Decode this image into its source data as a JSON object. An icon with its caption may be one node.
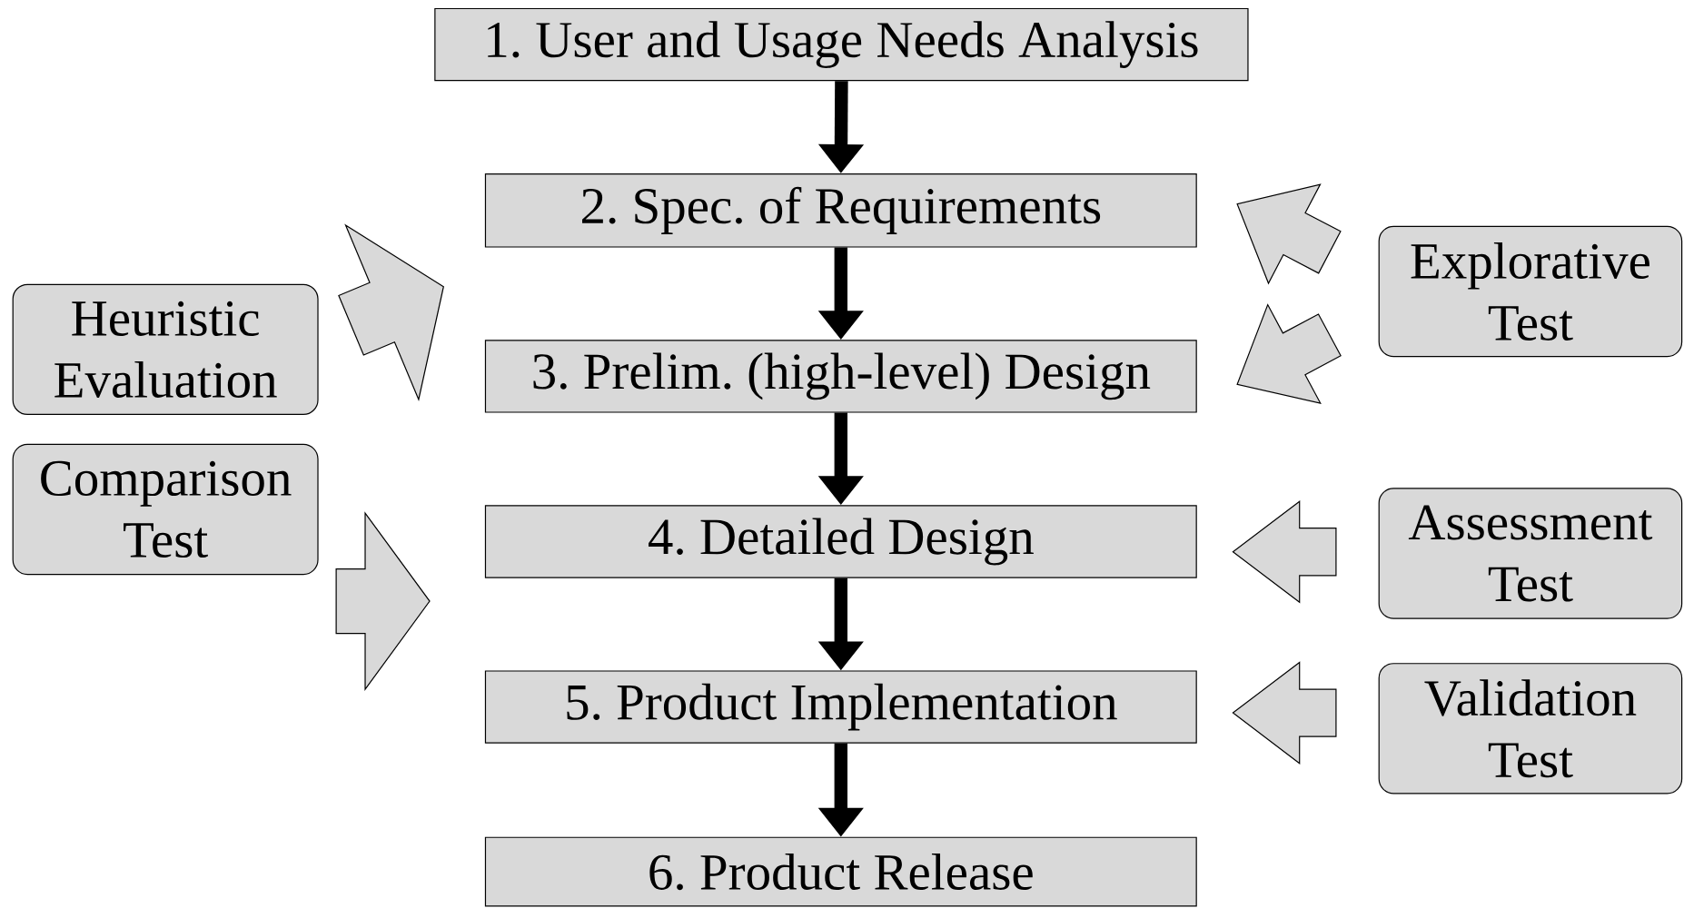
{
  "diagram": {
    "nodes": [
      {
        "text": [
          "1. User and Usage Needs Analysis"
        ]
      },
      {
        "text": [
          "2. Spec. of Requirements"
        ]
      },
      {
        "text": [
          "3. Prelim. (high-level) Design"
        ]
      },
      {
        "text": [
          "4. Detailed Design"
        ]
      },
      {
        "text": [
          "5. Product Implementation"
        ]
      },
      {
        "text": [
          "6. Product Release"
        ]
      },
      {
        "text": [
          "Heuristic Evaluation"
        ]
      },
      {
        "text": [
          "Comparison Test"
        ]
      },
      {
        "text": [
          "Explorative Test"
        ]
      },
      {
        "text": [
          "Assessment Test"
        ]
      },
      {
        "text": [
          "Validation Test"
        ]
      }
    ],
    "edges": [
      {
        "from": 0,
        "to": 1,
        "arrow": "to"
      },
      {
        "from": 1,
        "to": 2,
        "arrow": "to"
      },
      {
        "from": 2,
        "to": 3,
        "arrow": "to"
      },
      {
        "from": 3,
        "to": 4,
        "arrow": "to"
      },
      {
        "from": 4,
        "to": 5,
        "arrow": "to"
      },
      {
        "from": 6,
        "to": 1,
        "arrow": "to"
      },
      {
        "from": 7,
        "to": 3,
        "arrow": "to"
      },
      {
        "from": 8,
        "to": 1,
        "arrow": "to"
      },
      {
        "from": 8,
        "to": 2,
        "arrow": "to"
      },
      {
        "from": 9,
        "to": 3,
        "arrow": "to"
      },
      {
        "from": 10,
        "to": 4,
        "arrow": "to"
      }
    ]
  }
}
